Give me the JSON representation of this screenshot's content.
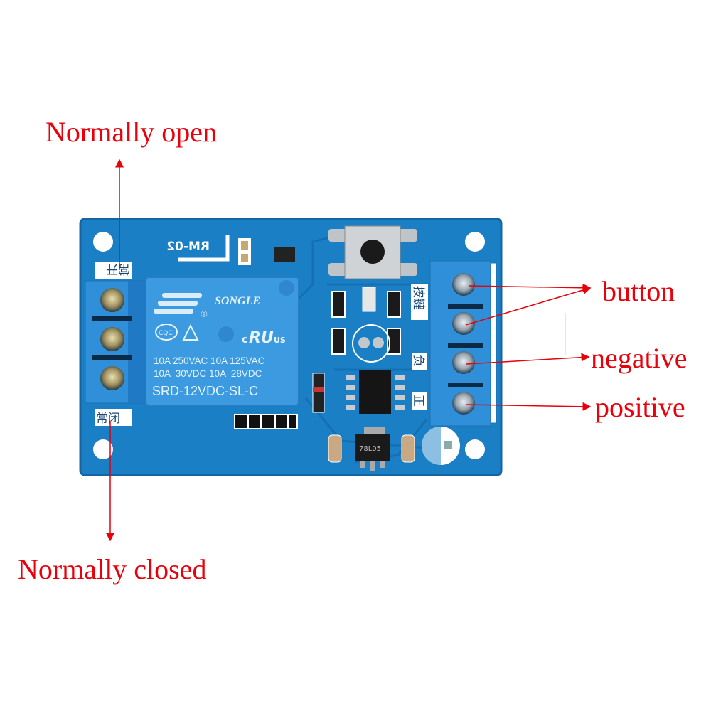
{
  "annotations": {
    "normally_open": "Normally open",
    "normally_closed": "Normally closed",
    "button": "button",
    "negative": "negative",
    "positive": "positive"
  },
  "board": {
    "model_mirrored": "RM-02",
    "silk_normally_open": "常开",
    "silk_normally_closed": "常闭",
    "silk_button": "按键",
    "silk_negative": "负",
    "silk_positive": "正",
    "regulator": "78L05"
  },
  "relay": {
    "brand": "SONGLE",
    "registered": "®",
    "cert_cqc": "CQC",
    "cert_c": "c",
    "cert_ul": "RU",
    "cert_us": "US",
    "rating_line1": "10A 250VAC 10A 125VAC",
    "rating_line2": "10A  30VDC 10A  28VDC",
    "model": "SRD-12VDC-SL-C"
  },
  "colors": {
    "annotation": "#e8000b",
    "pcb": "#1a7fc4",
    "relay": "#3c9be0",
    "terminal": "#2f8fd8"
  }
}
